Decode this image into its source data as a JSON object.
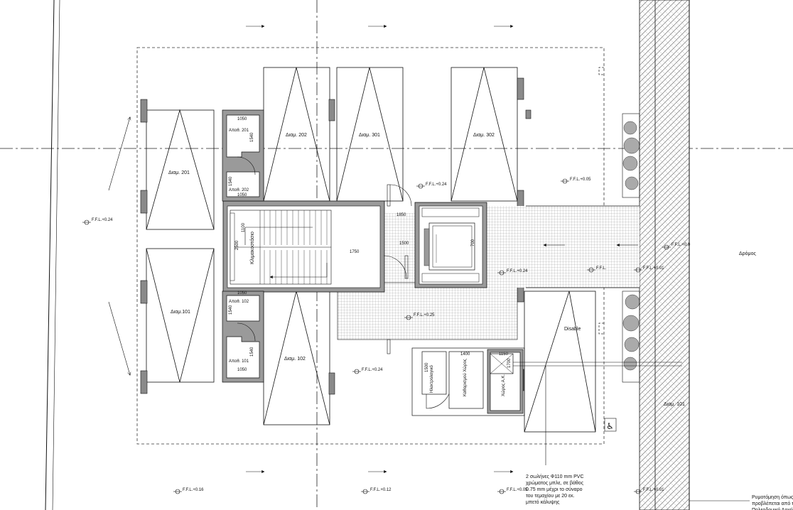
{
  "rooms": {
    "p201": "Διαμ. 201",
    "p202": "Διαμ. 202",
    "p301": "Διαμ. 301",
    "p302": "Διαμ. 302",
    "p101": "Διαμ.101",
    "p102": "Διαμ. 102",
    "disable": "Disable",
    "p101_street": "Διαμ. 101",
    "storage_201": "Αποθ. 201",
    "storage_202": "Αποθ. 202",
    "storage_102": "Αποθ. 102",
    "storage_101": "Αποθ. 101",
    "stair_label": "Κλιμακοστάσιο",
    "electrical": "Ηλεκτρολογικό",
    "cleaning": "Καθαρισμού Χώρος",
    "waste": "Χώρος Α.Κ.",
    "road": "Δρόμος"
  },
  "levels": {
    "left": "F.F.L.+0.24",
    "mid_top": "F.F.L.+0.24",
    "right_top": "F.F.L.+0.05",
    "lobby": "F.F.L.+0.25",
    "lift_right": "F.F.L.+0.24",
    "lower_left": "F.F.L.+0.24",
    "entry_right": "F.F.L.+0.01",
    "road_right": "F.F.L.+0.0",
    "bottom_1": "F.F.L.+0.16",
    "bottom_2": "F.F.L.+0.12",
    "bottom_3": "F.F.L.+0.05",
    "bottom_4": "F.F.L.+0.01",
    "entry_small": "F.F.L."
  },
  "dims": {
    "d1050a": "1050",
    "d1540a": "1540",
    "d1540b": "1540",
    "d1050b": "1050",
    "d1050c": "1050",
    "d1540c": "1540",
    "d1540d": "1540",
    "d1050d": "1050",
    "d1100": "1100",
    "d2500": "2500",
    "d1750": "1750",
    "d1500": "1500",
    "d1850": "1850",
    "d1400": "1400",
    "d1150": "1150",
    "d1500b": "1500",
    "d700": "700",
    "d1700": "1700"
  },
  "notes": {
    "pipes": "2 σωλήνες Φ110 mm PVC\nχρώματος μπλε, σε βάθος\n0.75 mm μέχρι το σύναρο\nτου τεμαχίου με 20 εκ.\nμπετό κάλυψης",
    "zoning": "Ρυμοτόμηση όπως\nπροβλέπεται από τ\nΠολεοδομική Αρχή"
  },
  "colors": {
    "line": "#111111",
    "hatch": "#555555",
    "wall_fill": "#9a9a9a",
    "column_fill": "#777777",
    "grid": "#888888"
  },
  "icons": {
    "disabled": "wheelchair-icon",
    "arrows": "arrow-icon",
    "trees": "shrub-icon"
  }
}
